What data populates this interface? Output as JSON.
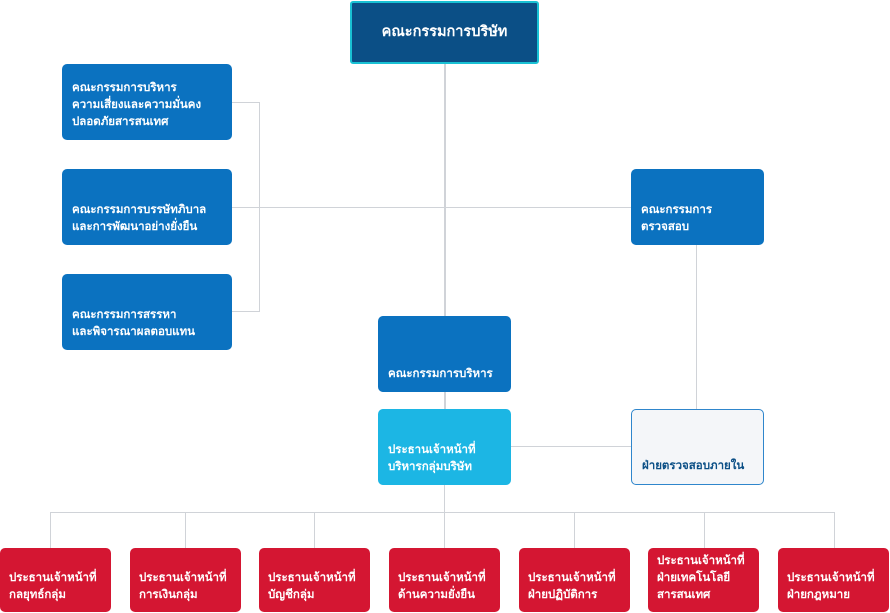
{
  "board": {
    "label": "คณะกรรมการบริษัท"
  },
  "committees": {
    "risk": [
      "คณะกรรมการบริหาร",
      "ความเสี่ยงและความมั่นคง",
      "ปลอดภัยสารสนเทศ"
    ],
    "governance": [
      "คณะกรรมการบรรษัทภิบาล",
      "และการพัฒนาอย่างยั่งยืน"
    ],
    "nomination": [
      "คณะกรรมการสรรหา",
      "และพิจารณาผลตอบแทน"
    ],
    "audit": [
      "คณะกรรมการ",
      "ตรวจสอบ"
    ],
    "executive": [
      "คณะกรรมการบริหาร"
    ]
  },
  "ceo": [
    "ประธานเจ้าหน้าที่",
    "บริหารกลุ่มบริษัท"
  ],
  "internal_audit": [
    "ฝ่ายตรวจสอบภายใน"
  ],
  "officers": [
    [
      "ประธานเจ้าหน้าที่",
      "กลยุทธ์กลุ่ม"
    ],
    [
      "ประธานเจ้าหน้าที่",
      "การเงินกลุ่ม"
    ],
    [
      "ประธานเจ้าหน้าที่",
      "บัญชีกลุ่ม"
    ],
    [
      "ประธานเจ้าหน้าที่",
      "ด้านความยั่งยืน"
    ],
    [
      "ประธานเจ้าหน้าที่",
      "ฝ่ายปฏิบัติการ"
    ],
    [
      "ประธานเจ้าหน้าที่",
      "ฝ่ายเทคโนโลยี",
      "สารสนเทศ"
    ],
    [
      "ประธานเจ้าหน้าที่",
      "ฝ่ายกฎหมาย"
    ]
  ],
  "colors": {
    "board": "#0b4f86",
    "board_border": "#19c1d4",
    "committee": "#0b72c0",
    "ceo": "#1cb6e4",
    "internal_audit_border": "#2f86cc",
    "officer": "#d41632",
    "connector": "#d0d3d8"
  }
}
